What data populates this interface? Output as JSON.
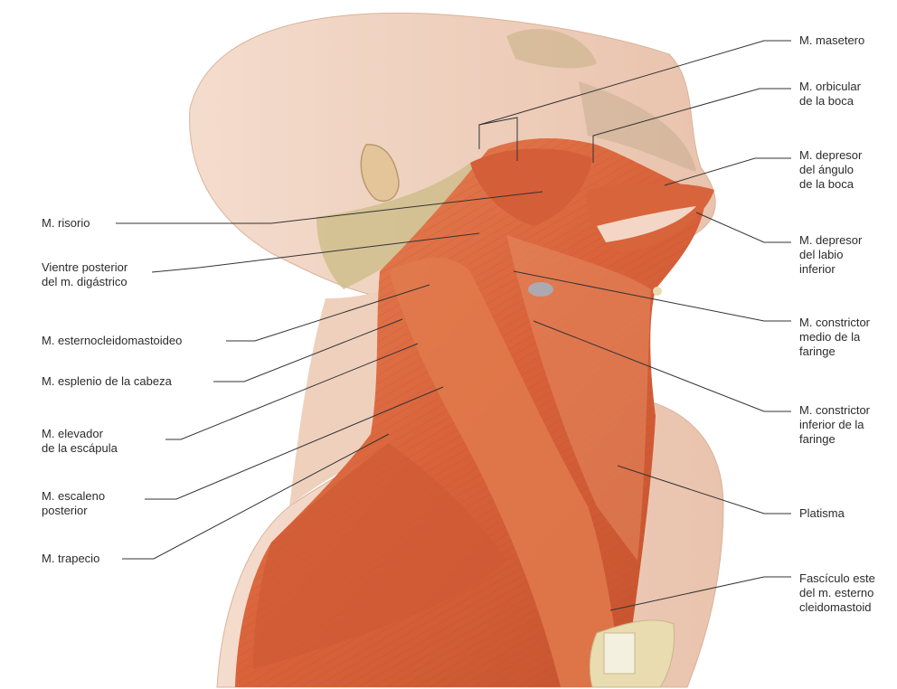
{
  "labels_left": [
    "M. risorio",
    "Vientre posterior\ndel m. digástrico",
    "M. esternocleidomastoideo",
    "M. esplenio de la cabeza",
    "M. elevador\nde la escápula",
    "M. escaleno\nposterior",
    "M. trapecio"
  ],
  "labels_right": [
    "M. masetero",
    "M. orbicular\nde la boca",
    "M. depresor\ndel ángulo\nde la boca",
    "M. depresor\ndel labio\ninferior",
    "M. constrictor\nmedio de la\nfaringe",
    "M. constrictor\ninferior de la\nfaringe",
    "Platisma",
    "Fascículo este\ndel m. esterno\ncleidomastoid"
  ],
  "colors": {
    "skin": "#f2d5c3",
    "skin_shadow": "#e3b9a1",
    "muscle": "#d9623a",
    "muscle_light": "#e98a5e",
    "muscle_dark": "#b84a28",
    "bone": "#e8dcb0",
    "leader_line": "#333333"
  }
}
